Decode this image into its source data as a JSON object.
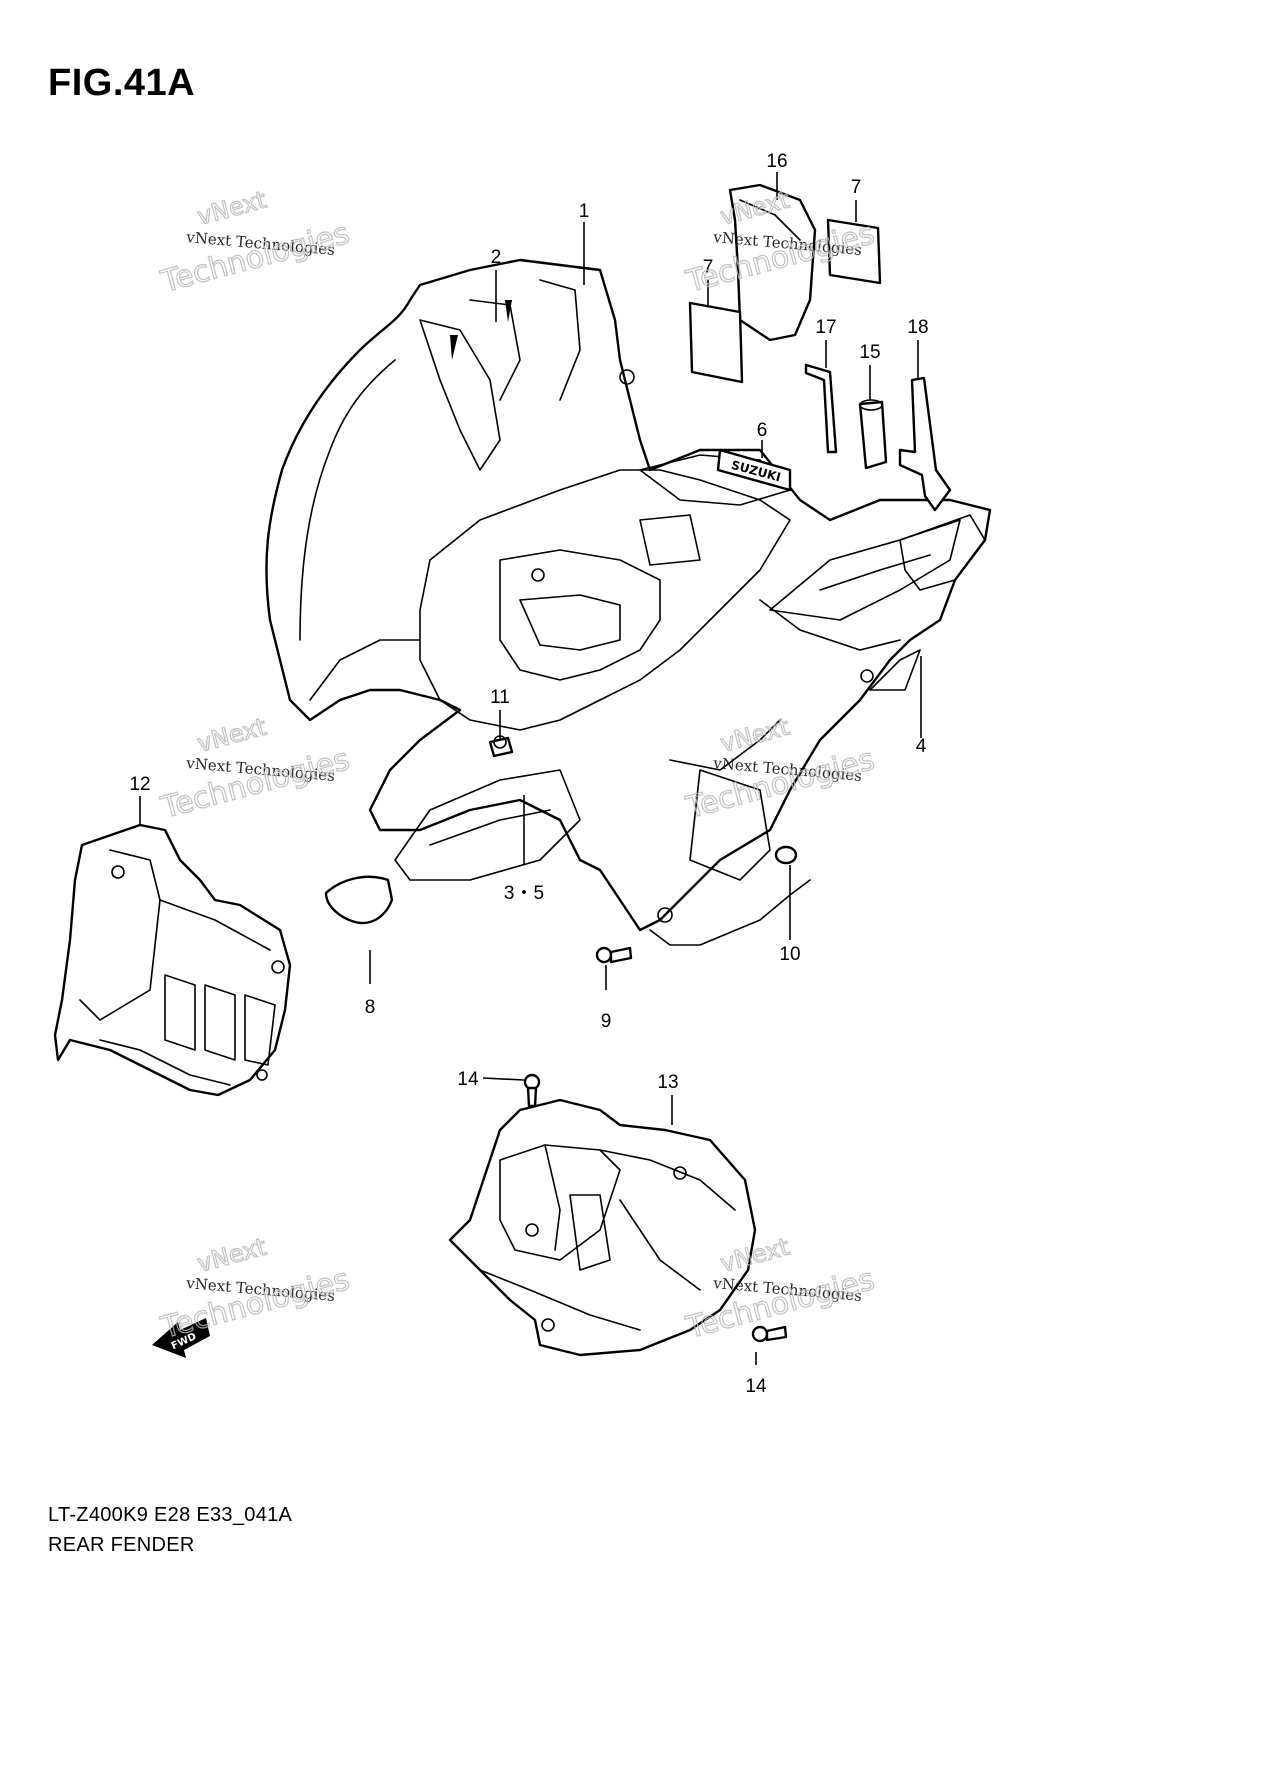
{
  "figure": {
    "title": "FIG.41A",
    "model_code": "LT-Z400K9 E28 E33_041A",
    "diagram_name": "REAR FENDER"
  },
  "callouts": [
    "1",
    "2",
    "3・5",
    "4",
    "6",
    "7",
    "7",
    "8",
    "9",
    "10",
    "11",
    "12",
    "13",
    "14",
    "14",
    "15",
    "16",
    "17",
    "18"
  ],
  "watermark": {
    "line": "vNext Technologies",
    "word_a": "vNext",
    "word_b": "Technologies"
  },
  "decals": {
    "brand": "SUZUKI",
    "arrow": "FWD"
  }
}
